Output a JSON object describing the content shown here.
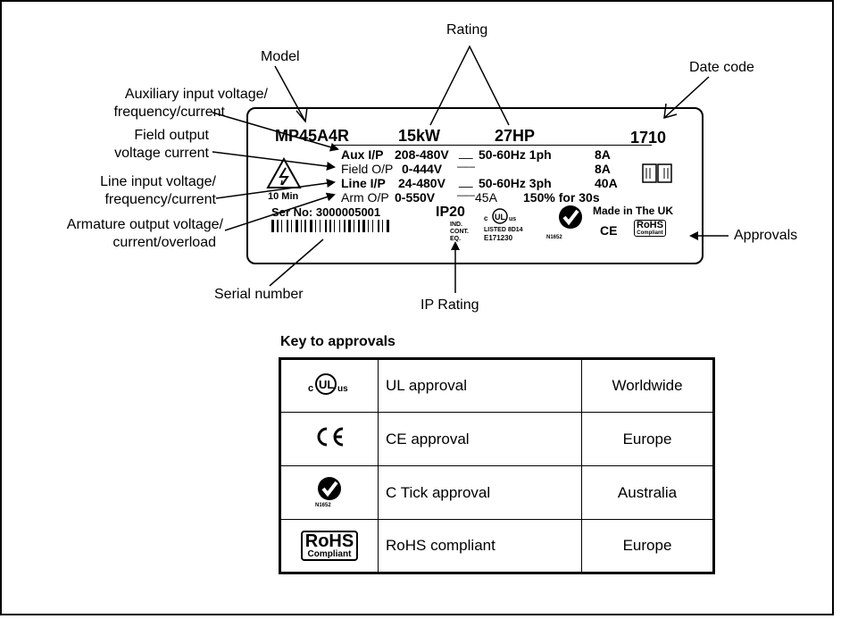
{
  "callouts": {
    "rating": "Rating",
    "model": "Model",
    "date_code": "Date code",
    "aux_line1": "Auxiliary input voltage/",
    "aux_line2": "frequency/current",
    "field_line1": "Field output",
    "field_line2": "voltage current",
    "line_line1": "Line input voltage/",
    "line_line2": "frequency/current",
    "arm_line1": "Armature output voltage/",
    "arm_line2": "current/overload",
    "approvals": "Approvals",
    "serial": "Serial number",
    "ip_rating": "IP Rating"
  },
  "plate": {
    "model": "MP45A4R",
    "kw": "15kW",
    "hp": "27HP",
    "date_code": "1710",
    "aux_label": "Aux I/P",
    "aux_voltage": "208-480V",
    "aux_freq": "50-60Hz 1ph",
    "aux_current": "8A",
    "field_label": "Field O/P",
    "field_voltage": "0-444V",
    "field_current": "8A",
    "line_label": "Line I/P",
    "line_voltage": "24-480V",
    "line_freq": "50-60Hz 3ph",
    "line_current": "40A",
    "warning_time": "10 Min",
    "arm_label": "Arm O/P",
    "arm_voltage": "0-550V",
    "arm_current": "45A",
    "arm_overload": "150% for 30s",
    "serial": "Ser No: 3000005001",
    "ip": "IP20",
    "ul_text": "IND. CONT. EQ.",
    "ul_listed": "LISTED 8D14",
    "ul_file": "E171230",
    "ctick_code": "N1652",
    "made_in": "Made in The UK",
    "ce": "CE",
    "rohs": "RoHS",
    "rohs_sub": "Compliant"
  },
  "key": {
    "title": "Key to approvals",
    "rows": [
      {
        "icon": "ul-icon",
        "name": "UL approval",
        "region": "Worldwide"
      },
      {
        "icon": "ce-icon",
        "name": "CE approval",
        "region": "Europe"
      },
      {
        "icon": "ctick-icon",
        "name": "C Tick approval",
        "region": "Australia",
        "code": "N1652"
      },
      {
        "icon": "rohs-icon",
        "name": "RoHS compliant",
        "region": "Europe",
        "mark": "RoHS",
        "mark_sub": "Compliant"
      }
    ]
  }
}
